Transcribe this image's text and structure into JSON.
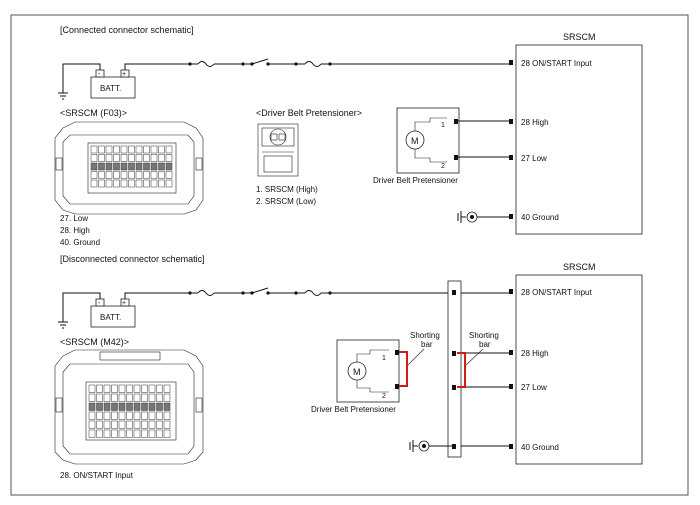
{
  "connected": {
    "heading": "[Connected connector schematic]",
    "module_title": "SRSCM",
    "battery_label": "BATT.",
    "connector_title": "<SRSCM (F03)>",
    "pretensioner_connector_title": "<Driver Belt Pretensioner>",
    "pretensioner_label": "Driver Belt Pretensioner",
    "motor_symbol": "M",
    "pretensioner_pin1": "1",
    "pretensioner_pin2": "2",
    "pretensioner_pins": [
      "1. SRSCM (High)",
      "2. SRSCM (Low)"
    ],
    "module_pins": [
      "28 ON/START Input",
      "28 High",
      "27 Low",
      "40 Ground"
    ],
    "connector_pins": [
      "27. Low",
      "28. High",
      "40. Ground"
    ],
    "plus": "+",
    "minus": "-"
  },
  "disconnected": {
    "heading": "[Disconnected connector schematic]",
    "module_title": "SRSCM",
    "battery_label": "BATT.",
    "connector_title": "<SRSCM (M42)>",
    "pretensioner_label": "Driver Belt Pretensioner",
    "motor_symbol": "M",
    "pretensioner_pin1": "1",
    "pretensioner_pin2": "2",
    "shorting_bar_label_line1": "Shorting",
    "shorting_bar_label_line2": "bar",
    "module_pins": [
      "28 ON/START Input",
      "28 High",
      "27 Low",
      "40 Ground"
    ],
    "connector_pins": [
      "28. ON/START Input"
    ],
    "plus": "+",
    "minus": "-"
  },
  "colors": {
    "shorting_bar": "#d11a1a",
    "line": "#111111"
  }
}
